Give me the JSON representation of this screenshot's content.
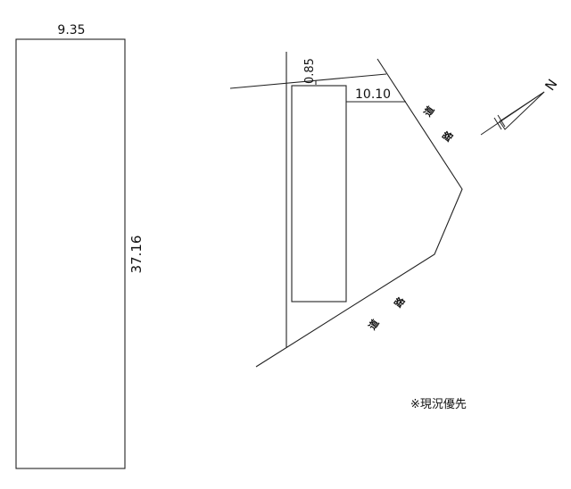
{
  "left_plan": {
    "width_label": "9.35",
    "length_label": "37.16"
  },
  "site_plan": {
    "setback_label": "0.85",
    "distance_label": "10.10",
    "road_upper": [
      "道",
      "路"
    ],
    "road_lower": [
      "道",
      "路"
    ]
  },
  "north_arrow": {
    "label": "N"
  },
  "note": "※現況優先"
}
